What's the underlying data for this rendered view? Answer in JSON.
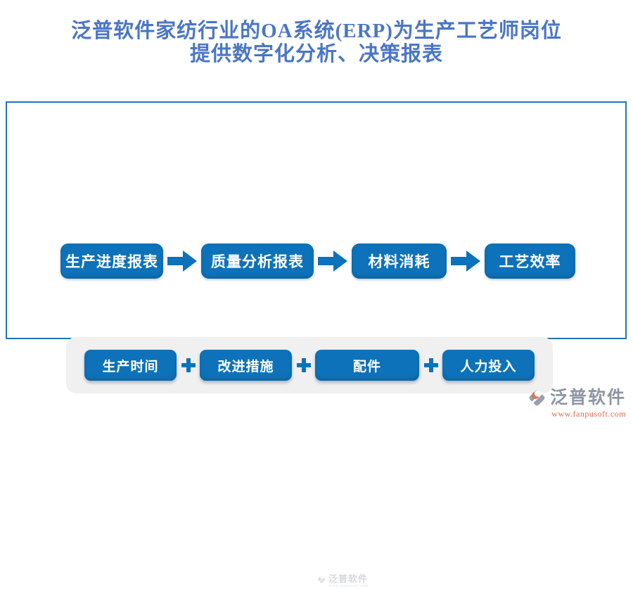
{
  "title": {
    "line1": "泛普软件家纺行业的OA系统(ERP)为生产工艺师岗位",
    "line2": "提供数字化分析、决策报表"
  },
  "diagram": {
    "flow_steps": [
      "生产进度报表",
      "质量分析报表",
      "材料消耗",
      "工艺效率"
    ],
    "sum_items": [
      "生产时间",
      "改进措施",
      "配件",
      "人力投入"
    ]
  },
  "watermark": {
    "name": "泛普软件",
    "url": "www.fanpusoft.com"
  },
  "footer_logo": {
    "name": "泛普软件",
    "url": "www.fanpusoft.com"
  },
  "colors": {
    "box_blue": "#0d72b9",
    "title_blue": "#4a76c4",
    "frame_border_blue": "#2273b6",
    "panel_gray": "#f0f0f0",
    "logo_gray": "#8e96a4",
    "logo_orange": "#dd7450",
    "url_orange": "#e06a4c"
  }
}
